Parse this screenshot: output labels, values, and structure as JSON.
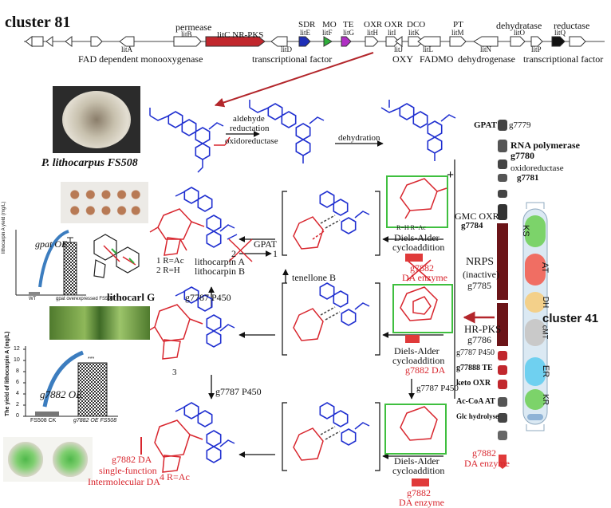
{
  "cluster81": {
    "title": "cluster 81",
    "genes": {
      "litA": "litA",
      "litB": "litB",
      "litC": "litC NR-PKS",
      "litD": "litD",
      "litE": "litE",
      "litF": "litF",
      "litG": "litG",
      "litH": "litH",
      "litI": "litI",
      "litJ": "litJ",
      "litK": "litK",
      "litL": "litL",
      "litM": "litM",
      "litN": "litN",
      "litO": "litO",
      "litP": "litP",
      "litQ": "litQ"
    },
    "labels": {
      "permease": "permease",
      "sdr": "SDR",
      "mo": "MO",
      "te": "TE",
      "oxr1": "OXR",
      "oxr2": "OXR",
      "dco": "DCO",
      "pt": "PT",
      "dehydratase": "dehydratase",
      "reductase": "reductase",
      "fad": "FAD dependent monooxygenase",
      "tf1": "transcriptional factor",
      "oxy": "OXY",
      "fadmo": "FADMO",
      "dehydrogenase": "dehydrogenase",
      "tf2": "transcriptional factor"
    },
    "colors": {
      "litC": "#c1272d",
      "litE": "#1f2fb8",
      "litF": "#2fae3a",
      "litG": "#b02fc4",
      "litQ": "#111111"
    }
  },
  "organism": {
    "name": "P. lithocarpus FS508"
  },
  "reactions": {
    "step1_line1": "aldehyde",
    "step1_line2": "reductation",
    "step1_line3": "oxidoreductase",
    "step2": "dehydration",
    "gpat": "GPAT",
    "gpat_num": "2",
    "gpat_product": "1",
    "tenellone": "tenellone B",
    "p450_a": "g7787 P450",
    "p450_b": "g7787 P450",
    "p450_c": "g7787 P450",
    "plus": "+"
  },
  "compounds": {
    "c1": "1 R=Ac",
    "c2": "2 R=H",
    "name1": "lithocarpin A",
    "name2": "lithocarpin B",
    "c3": "3",
    "c4": "4 R=Ac",
    "top_r": "R=H R=Ac",
    "lithocarlG": "lithocarl G"
  },
  "diels_alder": [
    {
      "line1": "Diels-Alder",
      "line2": "cycloaddition",
      "enzyme1": "g7882",
      "enzyme2": "DA enzyme"
    },
    {
      "line1": "Diels-Alder",
      "line2": "cycloaddition",
      "enzyme1": "g7882 DA",
      "enzyme2": ""
    },
    {
      "line1": "Diels-Alder",
      "line2": "cycloaddition",
      "enzyme1": "g7882",
      "enzyme2": "DA enzyme"
    }
  ],
  "cluster41": {
    "title": "cluster 41",
    "genes": [
      {
        "label": "GPAT",
        "id": "g7779"
      },
      {
        "label": "RNA polymerase",
        "id": "g7780"
      },
      {
        "label": "oxidoreductase",
        "id": "g7781"
      },
      {
        "label": "GMC OXR",
        "id": "g7784"
      },
      {
        "label": "NRPS",
        "id": "(inactive)"
      },
      {
        "label": "g7785",
        "id": ""
      },
      {
        "label": "HR-PKS",
        "id": "g7786"
      },
      {
        "label": "g7787 P450",
        "id": ""
      },
      {
        "label": "g77888 TE",
        "id": ""
      },
      {
        "label": "keto OXR",
        "id": ""
      },
      {
        "label": "Ac-CoA AT",
        "id": ""
      },
      {
        "label": "Glc hydrolyse",
        "id": ""
      },
      {
        "label": "g7882",
        "id": "DA enzyme"
      }
    ],
    "domains": [
      {
        "label": "KS",
        "color": "#7cd36a"
      },
      {
        "label": "AT",
        "color": "#f06e63"
      },
      {
        "label": "DH",
        "color": "#f3d08a"
      },
      {
        "label": "cMT",
        "color": "#c9c9c9"
      },
      {
        "label": "ER",
        "color": "#6fd0f0"
      },
      {
        "label": "KR",
        "color": "#7cd36a"
      }
    ]
  },
  "left_panels": {
    "gpat_oe": "gpat OE",
    "chart1_ylabel": "lithocarpin A yield (mg/L)",
    "chart1_x1": "WT",
    "chart1_x2": "gpat overexpressed FS508",
    "g7882_oe": "g7882 OE",
    "chart2_ylabel": "The yield of lithocarpin A (mg/L)",
    "chart2_x1": "FS508 CK",
    "chart2_x2": "g7882 OE FS508",
    "chart2_yticks": [
      "0",
      "2",
      "4",
      "6",
      "8",
      "10",
      "12"
    ],
    "chart2_sig": "***",
    "da_line1": "g7882 DA",
    "da_line2": "single-function",
    "da_line3": "Intermolecular DA"
  }
}
